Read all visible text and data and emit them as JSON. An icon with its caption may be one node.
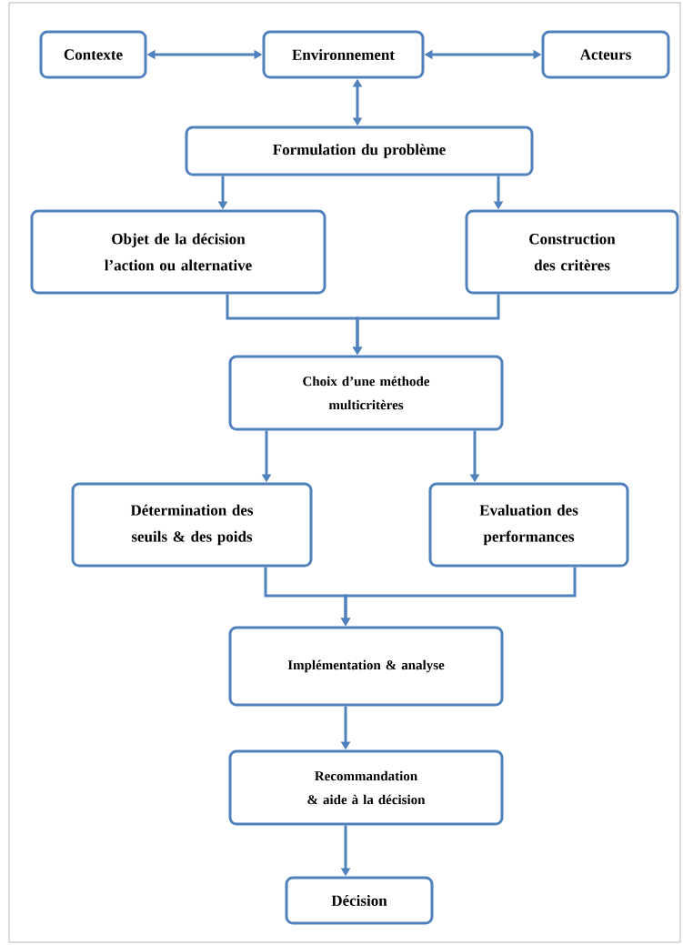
{
  "diagram": {
    "nodes": [
      {
        "text": [
          "Contexte"
        ]
      },
      {
        "text": [
          "Environnement"
        ]
      },
      {
        "text": [
          "Acteurs"
        ]
      },
      {
        "text": [
          "Formulation du problème"
        ]
      },
      {
        "text": [
          "Objet de la décision l’action ou alternative"
        ]
      },
      {
        "text": [
          "Construction des critères"
        ]
      },
      {
        "text": [
          "Choix d’une méthode multicritères"
        ]
      },
      {
        "text": [
          "Détermination des seuils & des poids"
        ]
      },
      {
        "text": [
          "Evaluation des performances"
        ]
      },
      {
        "text": [
          "Implémentation & analyse"
        ]
      },
      {
        "text": [
          "Recommandation & aide à la décision"
        ]
      },
      {
        "text": [
          "Décision"
        ]
      }
    ],
    "edges": [
      {
        "from": 0,
        "to": 1,
        "arrow": "both"
      },
      {
        "from": 1,
        "to": 2,
        "arrow": "both"
      },
      {
        "from": 1,
        "to": 3,
        "arrow": "both"
      },
      {
        "from": 3,
        "to": 4,
        "arrow": "to"
      },
      {
        "from": 3,
        "to": 5,
        "arrow": "to"
      },
      {
        "from": 4,
        "to": 6,
        "arrow": "to"
      },
      {
        "from": 5,
        "to": 6,
        "arrow": "to"
      },
      {
        "from": 6,
        "to": 7,
        "arrow": "to"
      },
      {
        "from": 6,
        "to": 8,
        "arrow": "to"
      },
      {
        "from": 7,
        "to": 9,
        "arrow": "to"
      },
      {
        "from": 8,
        "to": 9,
        "arrow": "to"
      },
      {
        "from": 9,
        "to": 10,
        "arrow": "to"
      },
      {
        "from": 10,
        "to": 11,
        "arrow": "to"
      }
    ]
  }
}
